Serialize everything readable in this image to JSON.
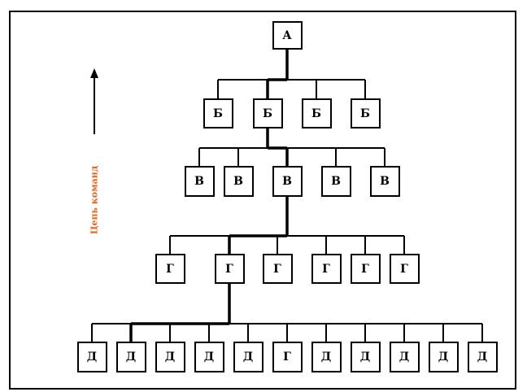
{
  "diagram": {
    "side_label": "Цепь команд",
    "accent_color": "#e8641b",
    "line_color": "#000000",
    "levels": [
      {
        "nodes": [
          "А"
        ]
      },
      {
        "nodes": [
          "Б",
          "Б",
          "Б",
          "Б"
        ]
      },
      {
        "nodes": [
          "В",
          "В",
          "В",
          "В",
          "В"
        ]
      },
      {
        "nodes": [
          "Г",
          "Г",
          "Г",
          "Г",
          "Г",
          "Г"
        ]
      },
      {
        "nodes": [
          "Д",
          "Д",
          "Д",
          "Д",
          "Д",
          "Г",
          "Д",
          "Д",
          "Д",
          "Д",
          "Д"
        ]
      }
    ],
    "chain_of_command": [
      0,
      1,
      2,
      1,
      1
    ]
  }
}
